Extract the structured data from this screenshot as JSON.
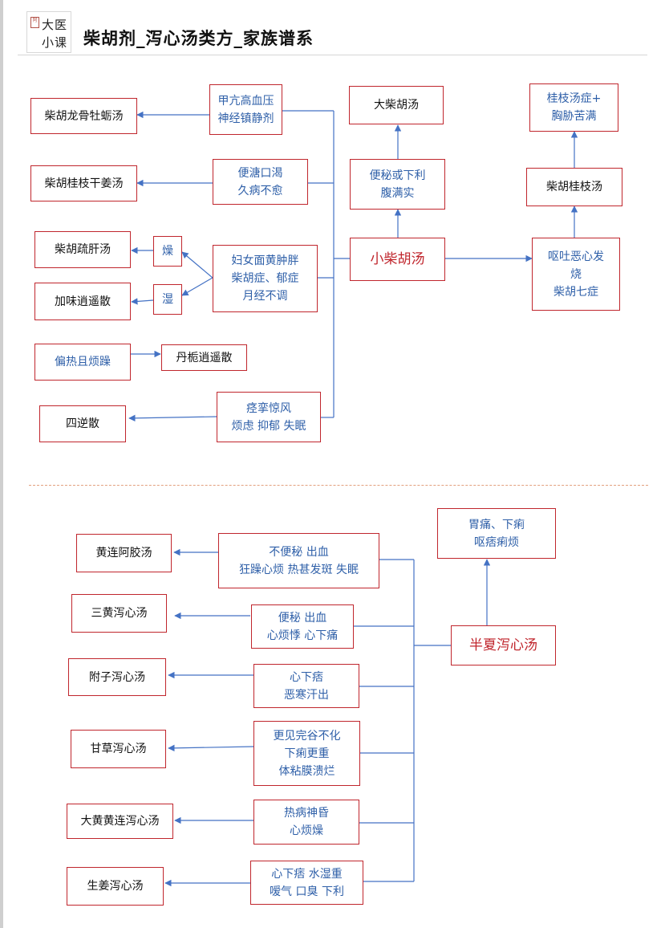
{
  "header": {
    "logo_seal": "阿",
    "logo_line1": "大医",
    "logo_line2": "小课",
    "title": "柴胡剂_泻心汤类方_家族谱系"
  },
  "colors": {
    "box_border": "#c0262d",
    "link": "#4472c4",
    "condition_text": "#2e5fa8",
    "divider": "#e3a07e"
  },
  "section1": {
    "main": "小柴胡汤",
    "up_cond": [
      "便秘或下利",
      "腹满实"
    ],
    "up_target": "大柴胡汤",
    "right_cond": [
      "呕吐恶心发",
      "烧",
      "柴胡七症"
    ],
    "right_mid": "柴胡桂枝汤",
    "right_top": [
      "桂枝汤症+",
      "胸胁苦满"
    ],
    "left_cond1": [
      "甲亢高血压",
      "神经镇静剂"
    ],
    "left_target1": "柴胡龙骨牡蛎汤",
    "left_cond2": [
      "便溏口渴",
      "久病不愈"
    ],
    "left_target2": "柴胡桂枝干姜汤",
    "left_cond3": [
      "妇女面黄肿胖",
      "柴胡症、郁症",
      "月经不调"
    ],
    "dry": "燥",
    "damp": "湿",
    "left_target3a": "柴胡疏肝汤",
    "left_target3b": "加味逍遥散",
    "heat_cond": "偏热且烦躁",
    "heat_target": "丹栀逍遥散",
    "left_cond4": [
      "痉挛惊风",
      "烦虑  抑郁  失眠"
    ],
    "left_target4": "四逆散"
  },
  "section2": {
    "main": "半夏泻心汤",
    "top_cond": [
      "胃痛、下痢",
      "呕痞痢烦"
    ],
    "rows": [
      {
        "cond": [
          "不便秘  出血",
          "狂躁心烦  热甚发斑  失眠"
        ],
        "target": "黄连阿胶汤"
      },
      {
        "cond": [
          "便秘  出血",
          "心烦悸  心下痛"
        ],
        "target": "三黄泻心汤"
      },
      {
        "cond": [
          "心下痞",
          "恶寒汗出"
        ],
        "target": "附子泻心汤"
      },
      {
        "cond": [
          "更见完谷不化",
          "下痢更重",
          "体粘膜溃烂"
        ],
        "target": "甘草泻心汤"
      },
      {
        "cond": [
          "热病神昏",
          "心烦燥"
        ],
        "target": "大黄黄连泻心汤"
      },
      {
        "cond": [
          "心下痞  水湿重",
          "嗳气  口臭  下利"
        ],
        "target": "生姜泻心汤"
      }
    ]
  }
}
